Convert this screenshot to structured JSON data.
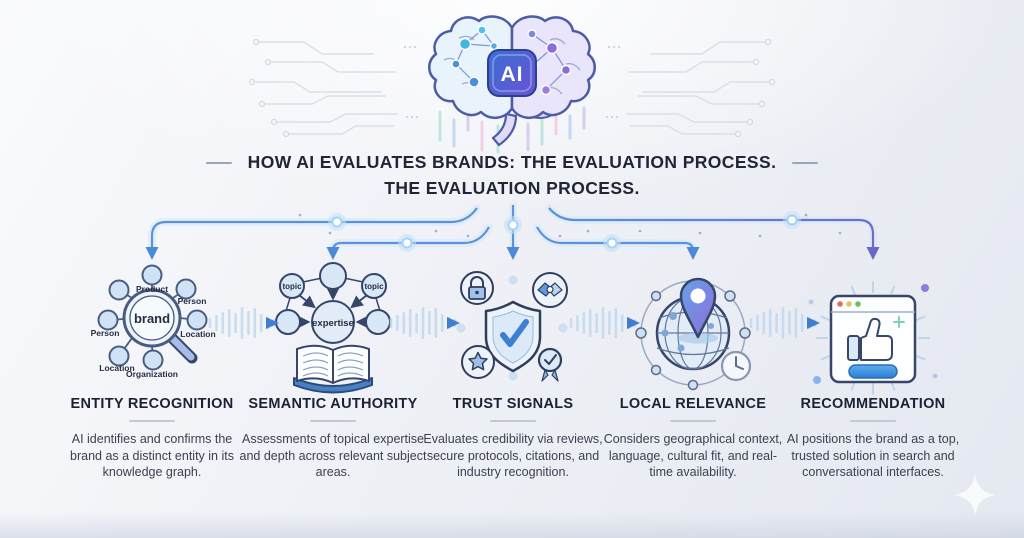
{
  "header": {
    "ai_chip": "AI",
    "brain_icon": "brain-ai-icon",
    "title_line1_a": "HOW AI EVALUATES BRANDS:",
    "title_line1_b": "THE EVALUATION PROCESS.",
    "title_line2": "THE EVALUATION PROCESS."
  },
  "stages": [
    {
      "heading": "ENTITY RECOGNITION",
      "icon": "magnifier-network-icon",
      "description": "AI identifies and confirms the brand as a distinct entity in its knowledge graph."
    },
    {
      "heading": "SEMANTIC AUTHORITY",
      "icon": "book-expertise-icon",
      "description": "Assessments of topical expertise and depth across relevant subject areas."
    },
    {
      "heading": "TRUST SIGNALS",
      "icon": "shield-check-icon",
      "description": "Evaluates credibility via reviews, secure protocols, citations, and industry recognition."
    },
    {
      "heading": "LOCAL RELEVANCE",
      "icon": "globe-pin-icon",
      "description": "Considers geographical context, language, cultural fit, and real-time availability."
    },
    {
      "heading": "RECOMMENDATION",
      "icon": "browser-thumbs-up-icon",
      "description": "AI positions the brand as a top, trusted solution in search and conversational interfaces."
    }
  ],
  "icons": {
    "entity": {
      "center": "brand",
      "top": "Product",
      "top_right": "Person",
      "right": "Location",
      "bottom": "Organization",
      "bottom_left": "Location",
      "left": "Person"
    },
    "semantic": {
      "center": "expertise",
      "left_node": "topic",
      "right_node": "topic"
    }
  },
  "decor": {
    "connector_icon": "branch-arrows-icon",
    "wave_icon": "soundwave-arrow-icon",
    "circuit_icon": "circuit-traces-icon",
    "sparkle_icon": "sparkle-icon"
  },
  "colors": {
    "accent_blue": "#4a8ad8",
    "accent_purple": "#6e66c6",
    "title_text": "#202636",
    "heading_text": "#1b2232",
    "body_text": "#3a4150",
    "divider": "#c2c9d6"
  }
}
